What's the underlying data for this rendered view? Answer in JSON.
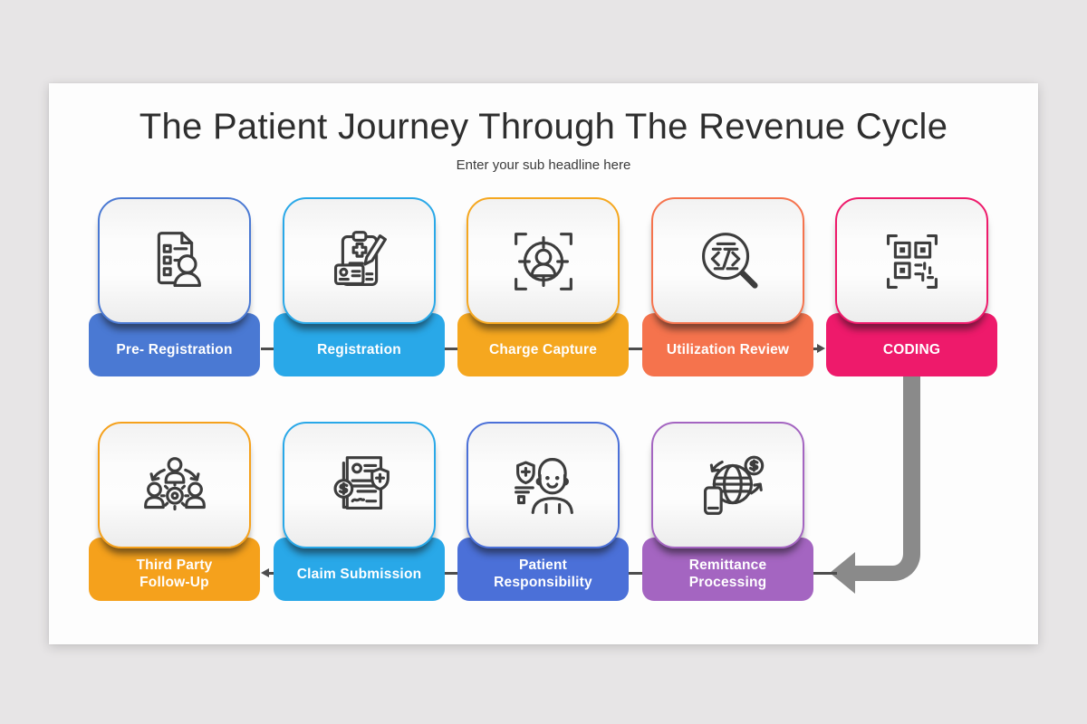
{
  "page": {
    "title": "The Patient Journey Through The Revenue Cycle",
    "subtitle": "Enter your sub headline here",
    "background": "#e7e5e6",
    "slide_background": "#fdfdfd"
  },
  "flow": {
    "line_color": "#4d4d4d",
    "elbow_color": "#8a8a8a"
  },
  "rows": [
    {
      "steps": [
        {
          "label": "Pre- Registration",
          "color": "#4a79d3",
          "icon": "document-user-icon"
        },
        {
          "label": "Registration",
          "color": "#29a8e8",
          "icon": "clipboard-idcard-pen-icon"
        },
        {
          "label": "Charge Capture",
          "color": "#f5a71f",
          "icon": "person-target-icon"
        },
        {
          "label": "Utilization Review",
          "color": "#f5734d",
          "icon": "magnifier-code-icon"
        },
        {
          "label": "CODING",
          "color": "#ee1a6b",
          "icon": "qr-code-icon"
        }
      ]
    },
    {
      "steps": [
        {
          "label": "Third Party\nFollow-Up",
          "color": "#f5a11c",
          "icon": "team-gear-icon"
        },
        {
          "label": "Claim Submission",
          "color": "#29a8e8",
          "icon": "claim-document-icon"
        },
        {
          "label": "Patient\nResponsibility",
          "color": "#4b70d8",
          "icon": "patient-shield-icon"
        },
        {
          "label": "Remittance\nProcessing",
          "color": "#a465c1",
          "icon": "globe-phone-dollar-icon"
        }
      ]
    }
  ]
}
